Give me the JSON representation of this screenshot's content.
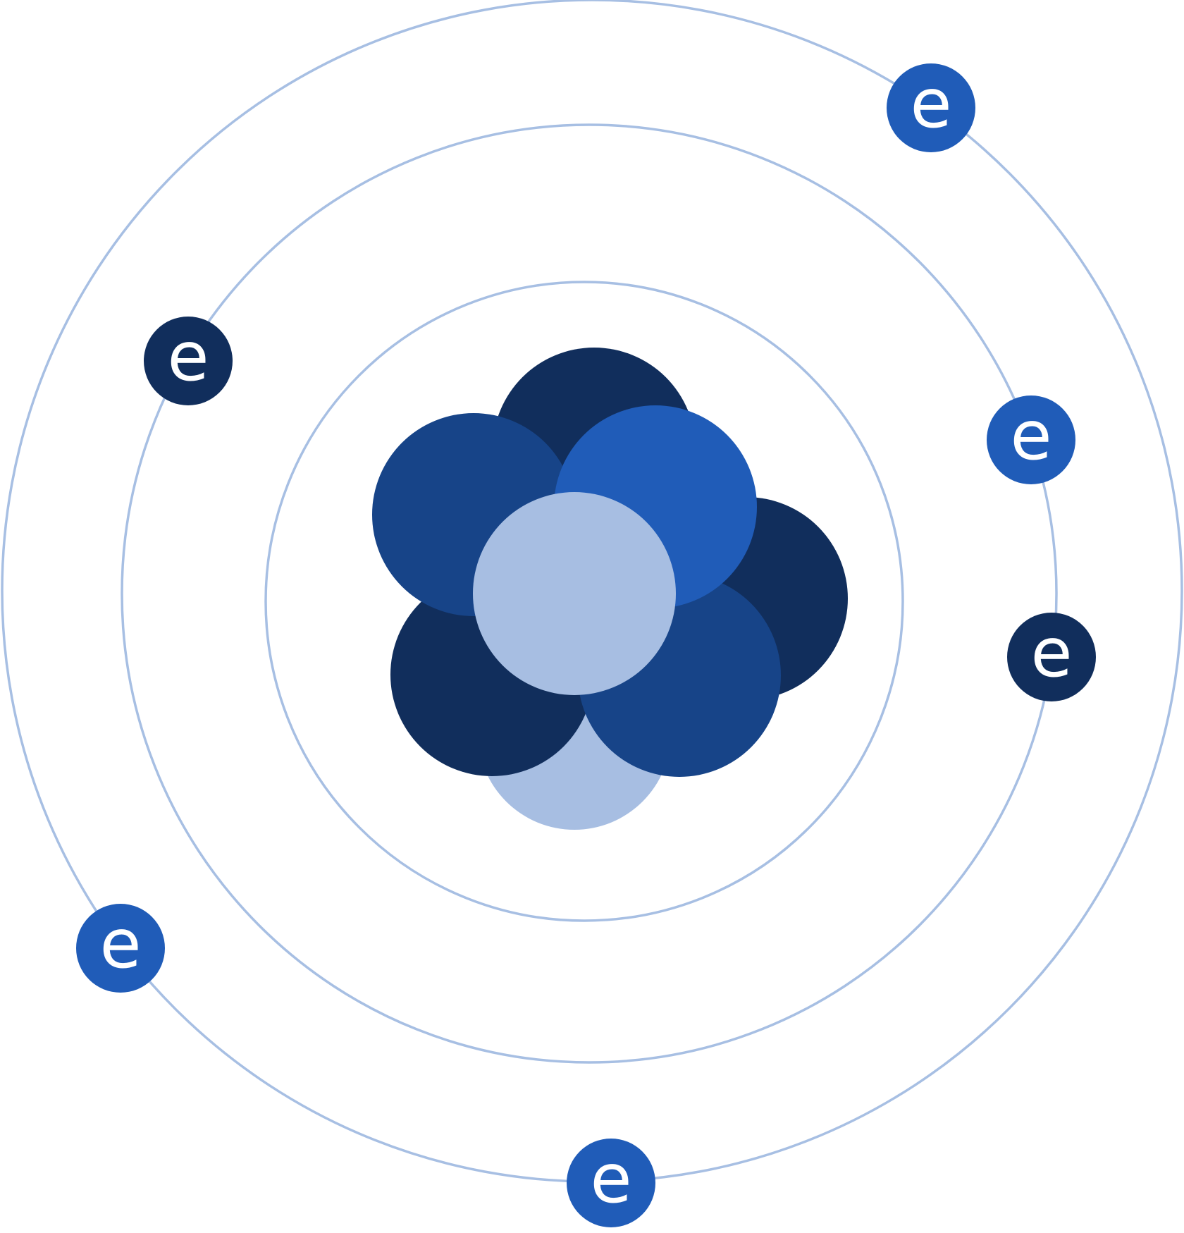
{
  "diagram": {
    "colors": {
      "orbit": "#a7bfe3",
      "electron_text": "#ffffff",
      "nucleon_navy": "#112e5c",
      "nucleon_mid_blue": "#174488",
      "nucleon_bright_blue": "#205cb8",
      "nucleon_light_blue": "#a7bee2"
    },
    "orbits": [
      {
        "name": "inner-orbit"
      },
      {
        "name": "middle-orbit"
      },
      {
        "name": "outer-orbit"
      }
    ],
    "nucleons": [
      {
        "name": "nucleon-bottom",
        "color": "nucleon_light_blue"
      },
      {
        "name": "nucleon-top",
        "color": "nucleon_navy"
      },
      {
        "name": "nucleon-right",
        "color": "nucleon_navy"
      },
      {
        "name": "nucleon-lower-left",
        "color": "nucleon_navy"
      },
      {
        "name": "nucleon-lower-right",
        "color": "nucleon_mid_blue"
      },
      {
        "name": "nucleon-upper-left",
        "color": "nucleon_mid_blue"
      },
      {
        "name": "nucleon-upper-right",
        "color": "nucleon_bright_blue"
      },
      {
        "name": "nucleon-center",
        "color": "nucleon_light_blue"
      }
    ],
    "electrons": [
      {
        "name": "electron-outer-top-right",
        "label": "e",
        "color": "nucleon_bright_blue"
      },
      {
        "name": "electron-middle-top-left",
        "label": "e",
        "color": "nucleon_navy"
      },
      {
        "name": "electron-middle-right-upper",
        "label": "e",
        "color": "nucleon_bright_blue"
      },
      {
        "name": "electron-middle-right-lower",
        "label": "e",
        "color": "nucleon_navy"
      },
      {
        "name": "electron-outer-bottom-left",
        "label": "e",
        "color": "nucleon_bright_blue"
      },
      {
        "name": "electron-outer-bottom",
        "label": "e",
        "color": "nucleon_bright_blue"
      }
    ]
  }
}
